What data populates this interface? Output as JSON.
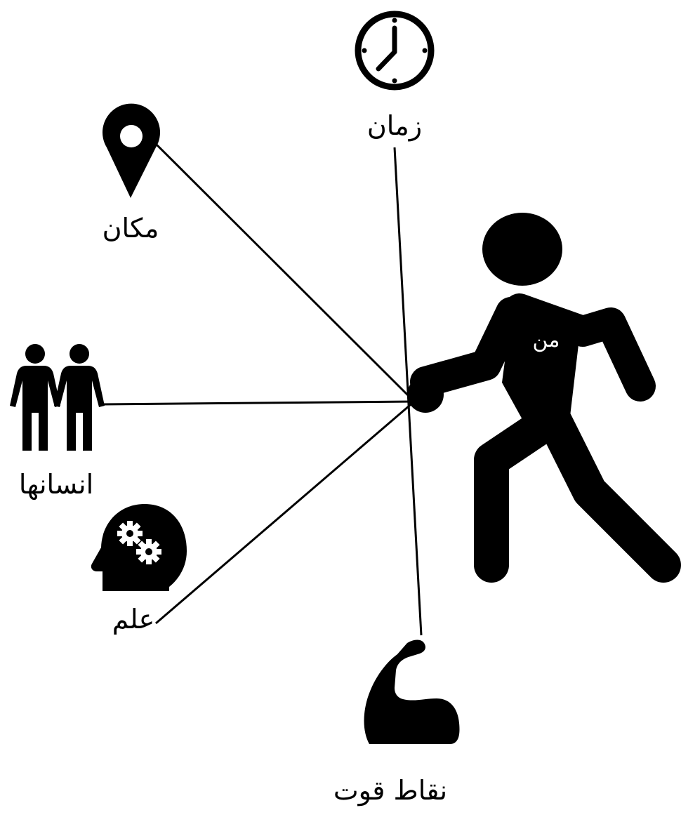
{
  "center": {
    "label": "من",
    "icon": "walking-person-icon"
  },
  "nodes": [
    {
      "id": "time",
      "label": "زمان",
      "icon": "clock-icon"
    },
    {
      "id": "place",
      "label": "مکان",
      "icon": "map-pin-icon"
    },
    {
      "id": "people",
      "label": "انسانها",
      "icon": "two-people-icon"
    },
    {
      "id": "knowledge",
      "label": "علم",
      "icon": "head-gears-icon"
    },
    {
      "id": "strengths",
      "label": "نقاط قوت",
      "icon": "flexed-arm-icon"
    }
  ],
  "colors": {
    "ink": "#000000",
    "background": "#ffffff",
    "center_text": "#ffffff"
  }
}
